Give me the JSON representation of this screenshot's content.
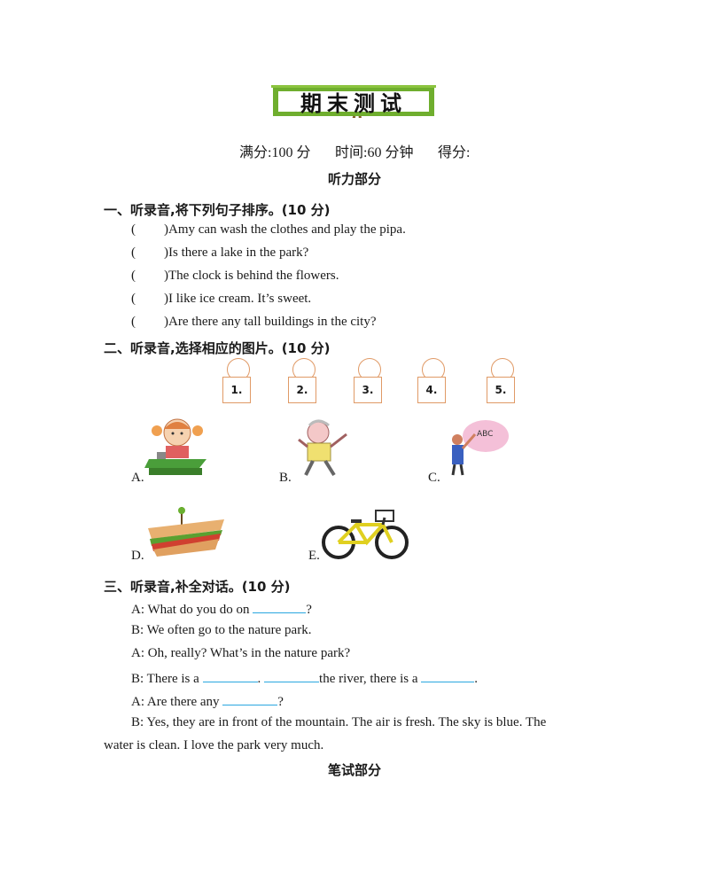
{
  "header": {
    "title": "期末测试",
    "full_score": "满分:100 分",
    "time": "时间:60 分钟",
    "score": "得分:"
  },
  "listening_heading": "听力部分",
  "section1": {
    "heading": "一、听录音,将下列句子排序。(10 分)",
    "items": [
      {
        "paren": "(",
        "text": ")Amy can wash the clothes and play the pipa."
      },
      {
        "paren": "(",
        "text": ")Is there a lake in the park?"
      },
      {
        "paren": "(",
        "text": ")The clock is behind the flowers."
      },
      {
        "paren": "(",
        "text": ")I like ice cream. It’s sweet."
      },
      {
        "paren": "(",
        "text": ")Are there any tall buildings in the city?"
      }
    ]
  },
  "section2": {
    "heading": "二、听录音,选择相应的图片。(10 分)",
    "boxes": [
      "1.",
      "2.",
      "3.",
      "4.",
      "5."
    ],
    "options": [
      {
        "label": "A.",
        "icon": "girl-at-desk-icon"
      },
      {
        "label": "B.",
        "icon": "old-man-singing-icon"
      },
      {
        "label": "C.",
        "icon": "teacher-at-board-icon"
      },
      {
        "label": "D.",
        "icon": "sandwich-icon"
      },
      {
        "label": "E.",
        "icon": "bicycle-icon"
      }
    ]
  },
  "section3": {
    "heading": "三、听录音,补全对话。(10 分)",
    "l1a": "A: What do you do on ",
    "l1b": "?",
    "l2": "B: We often go to the nature park.",
    "l3": "A: Oh, really? What’s in the nature park?",
    "l4a": "B: There is a ",
    "l4b": ". ",
    "l4c": "the river, there is a ",
    "l4d": ".",
    "l5a": "A: Are there any ",
    "l5b": "?",
    "l6": "B: Yes, they are in front of the mountain. The air is fresh. The sky is blue. The",
    "l7": "water is clean. I love the park very much."
  },
  "writing_heading": "笔试部分",
  "colors": {
    "accent_green": "#7ab73a",
    "box_orange": "#e09a66",
    "blank_blue": "#2aa7e0"
  }
}
